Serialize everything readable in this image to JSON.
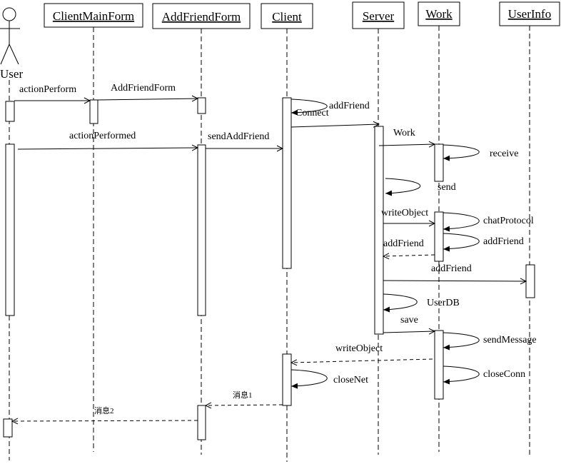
{
  "actor": {
    "name": "User"
  },
  "participants": [
    {
      "key": "cmf",
      "name": "ClientMainForm"
    },
    {
      "key": "aff",
      "name": "AddFriendForm"
    },
    {
      "key": "client",
      "name": "Client"
    },
    {
      "key": "server",
      "name": "Server"
    },
    {
      "key": "work",
      "name": "Work"
    },
    {
      "key": "userinfo",
      "name": "UserInfo"
    }
  ],
  "messages": {
    "m1": "actionPerform",
    "m2": "AddFriendForm",
    "m3": "addFriend",
    "m4": "Connect",
    "m5": "actionPerformed",
    "m6": "sendAddFriend",
    "m7": "Work",
    "m8": "receive",
    "m9": "send",
    "m10": "writeObject",
    "m11": "chatProtocol",
    "m12": "addFriend",
    "m13": "addFriend",
    "m14": "addFriend",
    "m15": "UserDB",
    "m16": "save",
    "m17": "sendMessage",
    "m18": "writeObject",
    "m19": "closeNet",
    "m20": "closeConn",
    "m21": "消息1",
    "m22": "消息2"
  }
}
